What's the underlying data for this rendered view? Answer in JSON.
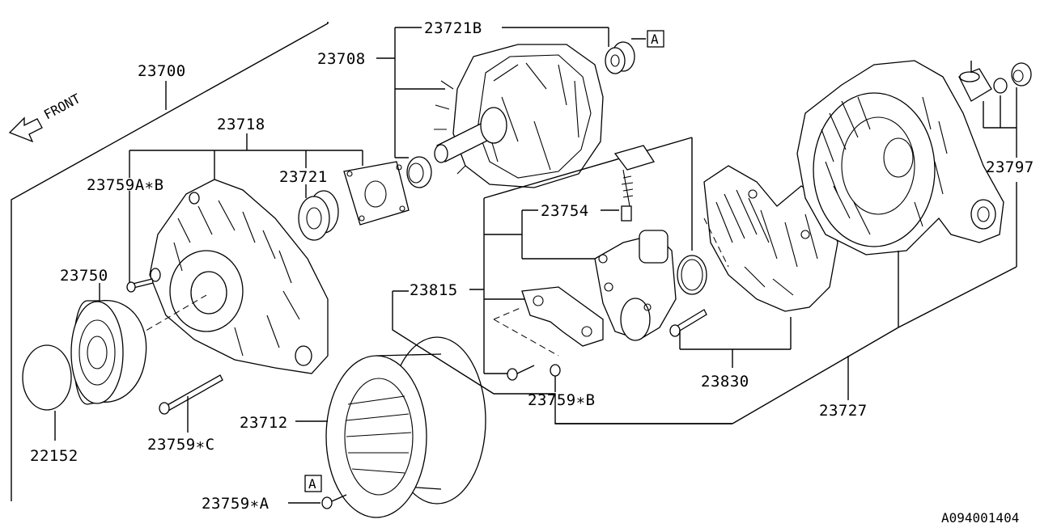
{
  "diagram": {
    "front_label": "FRONT",
    "figure_id": "A094001404",
    "ref_marker": "A",
    "labels": {
      "p23700": "23700",
      "p23708": "23708",
      "p23721B": "23721B",
      "p23718": "23718",
      "p23759AB": "23759A∗B",
      "p23721": "23721",
      "p23750": "23750",
      "p22152": "22152",
      "p23759C": "23759∗C",
      "p23712": "23712",
      "p23759A": "23759∗A",
      "p23754": "23754",
      "p23815": "23815",
      "p23759B": "23759∗B",
      "p23830": "23830",
      "p23727": "23727",
      "p23797": "23797"
    }
  }
}
